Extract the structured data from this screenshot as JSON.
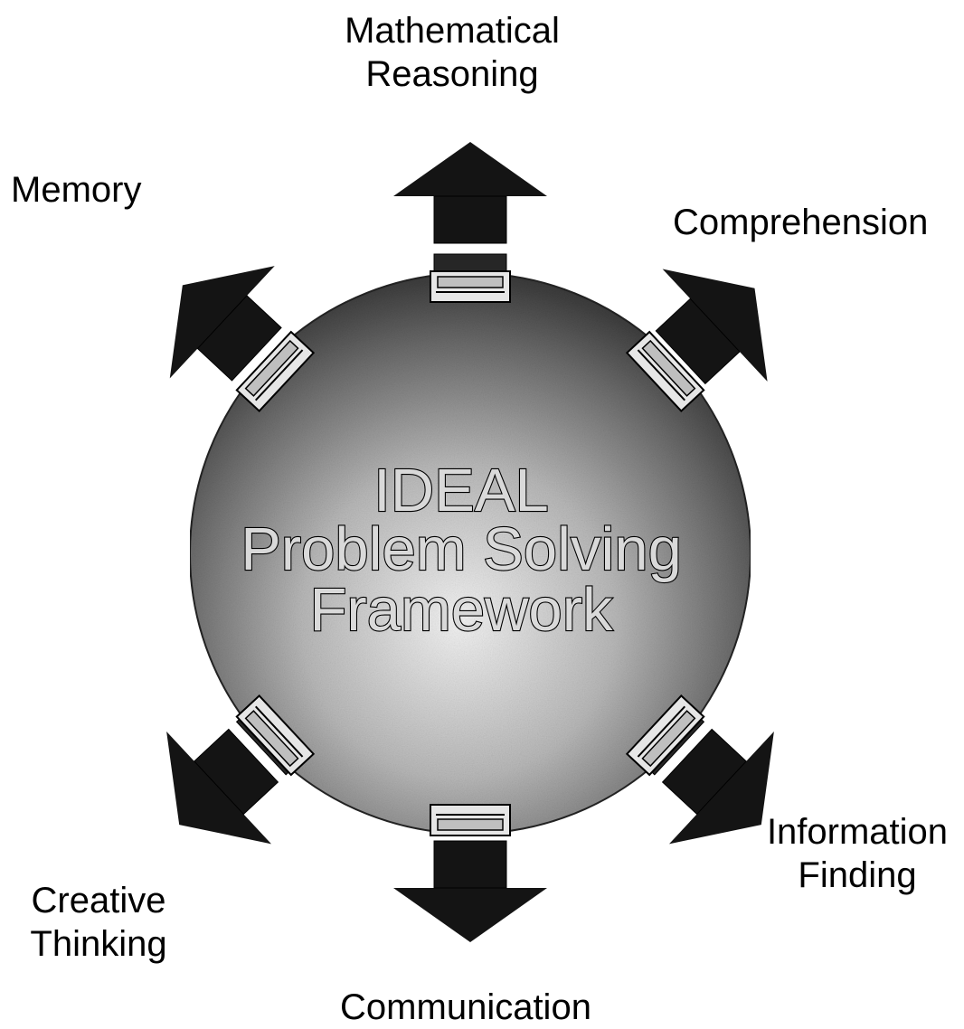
{
  "center": {
    "lines": [
      "IDEAL",
      "Problem Solving",
      "Framework"
    ]
  },
  "labels": {
    "top": [
      "Mathematical",
      "Reasoning"
    ],
    "top_right": [
      "Comprehension"
    ],
    "bottom_right": [
      "Information",
      "Finding"
    ],
    "bottom": [
      "Communication"
    ],
    "bottom_left": [
      "Creative",
      "Thinking"
    ],
    "top_left": [
      "Memory"
    ]
  },
  "colors": {
    "arrow_fill": "#141414",
    "arrow_light": "#6e6e6e",
    "sphere_light": "#f2f2f2",
    "sphere_dark": "#3a3a3a"
  }
}
